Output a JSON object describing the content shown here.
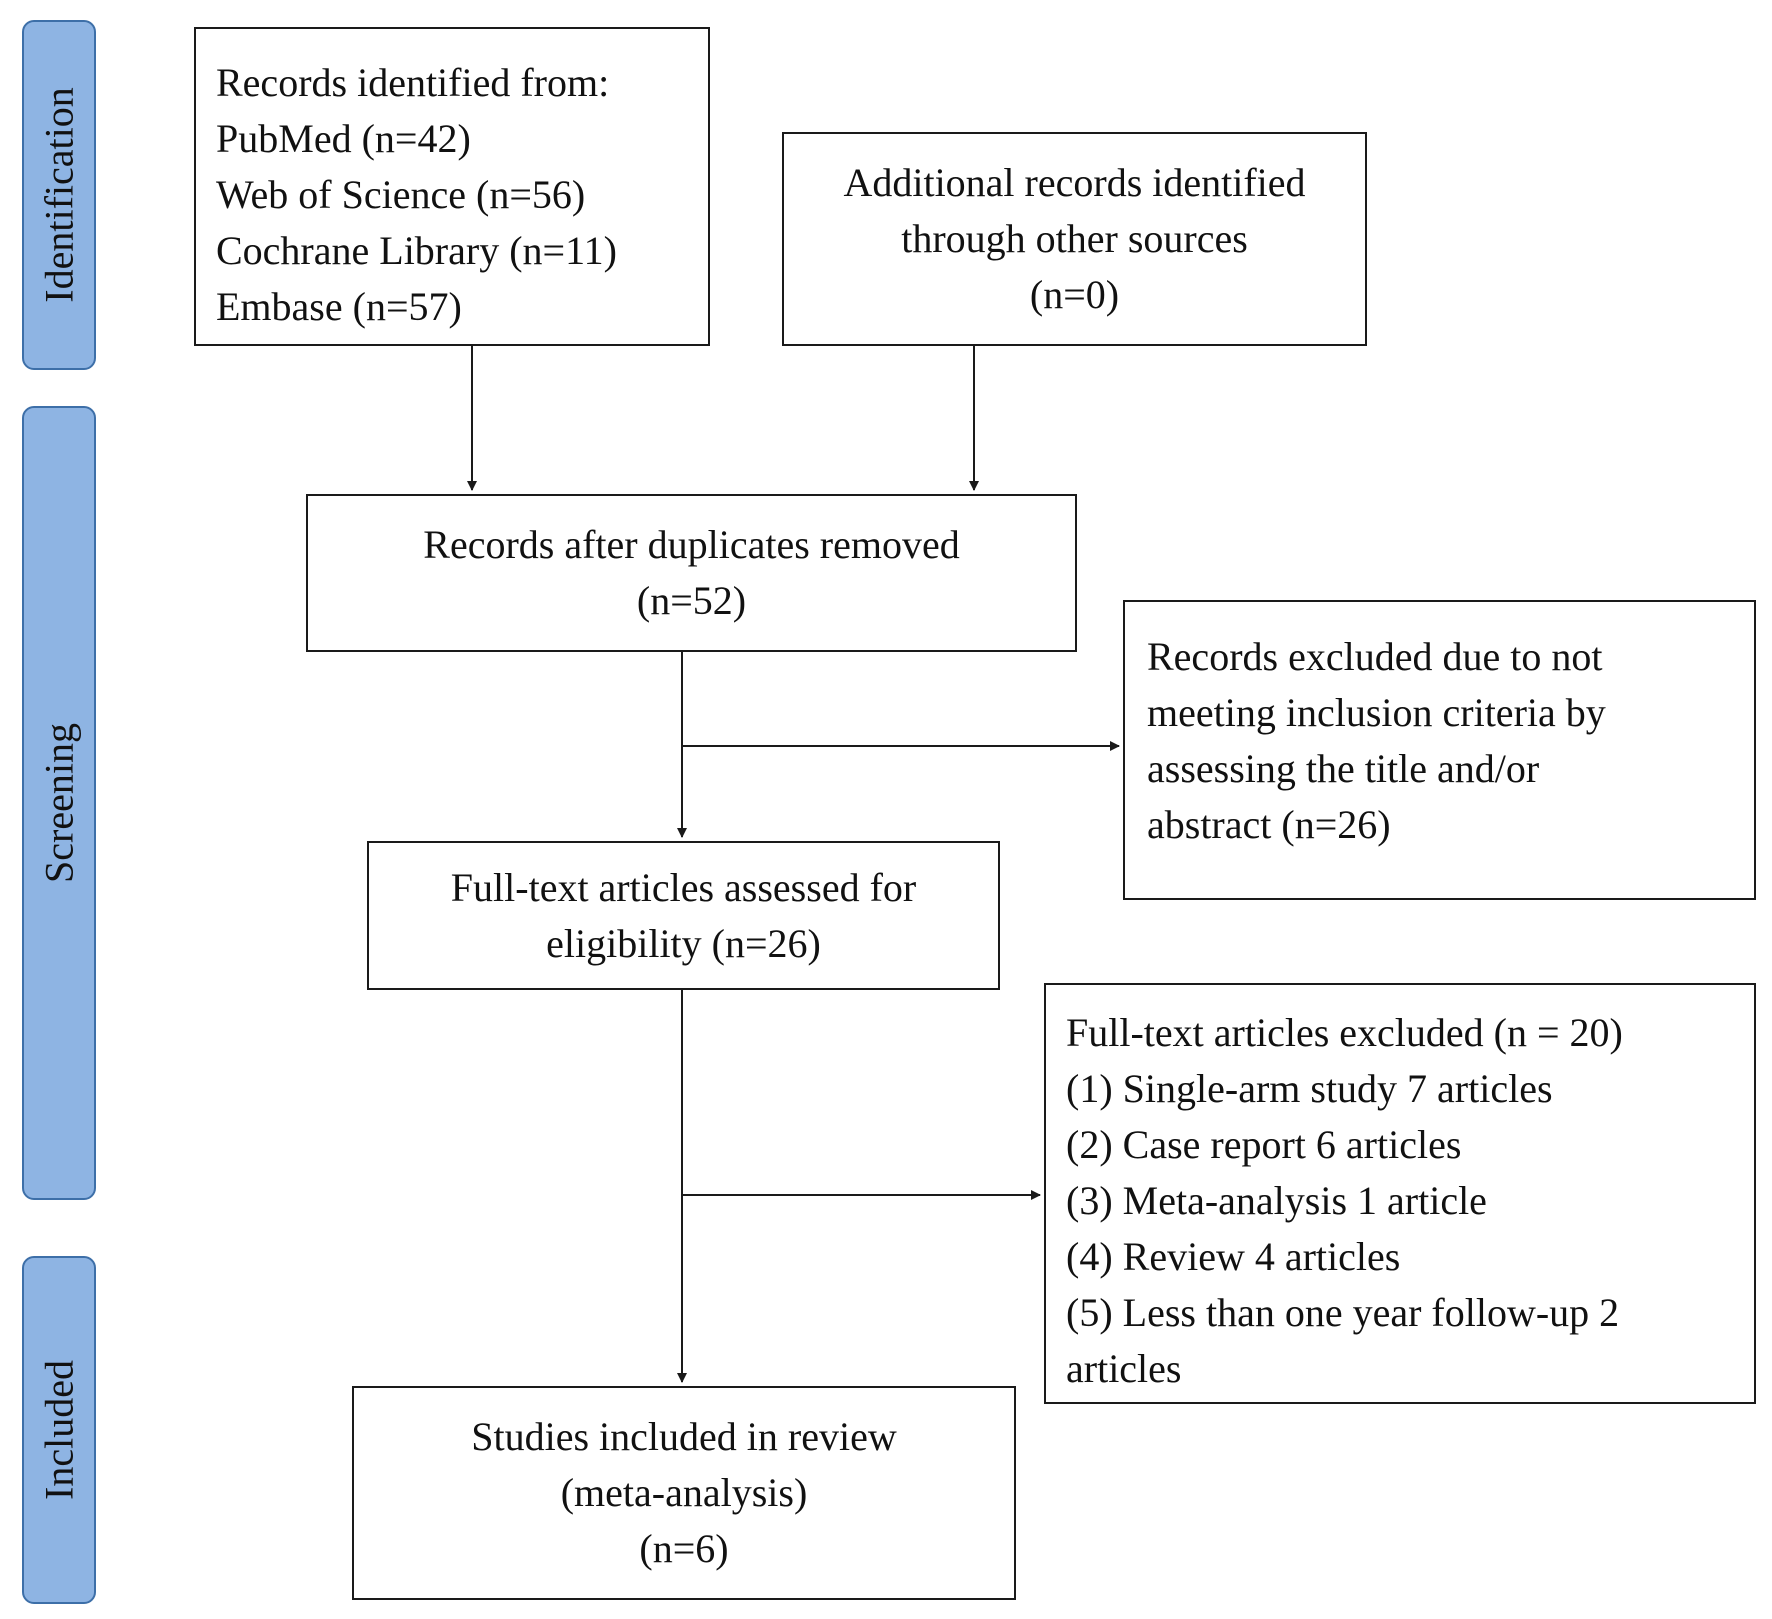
{
  "stages": {
    "identification": "Identification",
    "screening": "Screening",
    "included": "Included"
  },
  "boxes": {
    "databases": {
      "lines": [
        "Records identified from:",
        "PubMed (n=42)",
        "Web of Science (n=56)",
        "Cochrane Library (n=11)",
        "Embase (n=57)"
      ]
    },
    "other_sources": {
      "lines": [
        "Additional records identified",
        "through other sources",
        "(n=0)"
      ]
    },
    "after_duplicates": {
      "lines": [
        "Records after duplicates removed",
        "(n=52)"
      ]
    },
    "excluded_title_abstract": {
      "lines": [
        "Records excluded due to not",
        "meeting inclusion criteria by",
        "assessing the title and/or",
        "abstract (n=26)"
      ]
    },
    "full_text_assessed": {
      "lines": [
        "Full-text articles assessed for",
        "eligibility (n=26)"
      ]
    },
    "full_text_excluded": {
      "lines": [
        "Full-text articles excluded (n = 20)",
        "(1) Single-arm study 7 articles",
        "(2) Case report 6 articles",
        "(3) Meta-analysis 1 article",
        "(4) Review 4 articles",
        "(5) Less than one year follow-up 2",
        "articles"
      ]
    },
    "studies_included": {
      "lines": [
        "Studies included in review",
        "(meta-analysis)",
        "(n=6)"
      ]
    }
  },
  "colors": {
    "stage_fill": "#8eb4e3",
    "stage_border": "#3d6fa8",
    "line": "#1a1a1a"
  }
}
